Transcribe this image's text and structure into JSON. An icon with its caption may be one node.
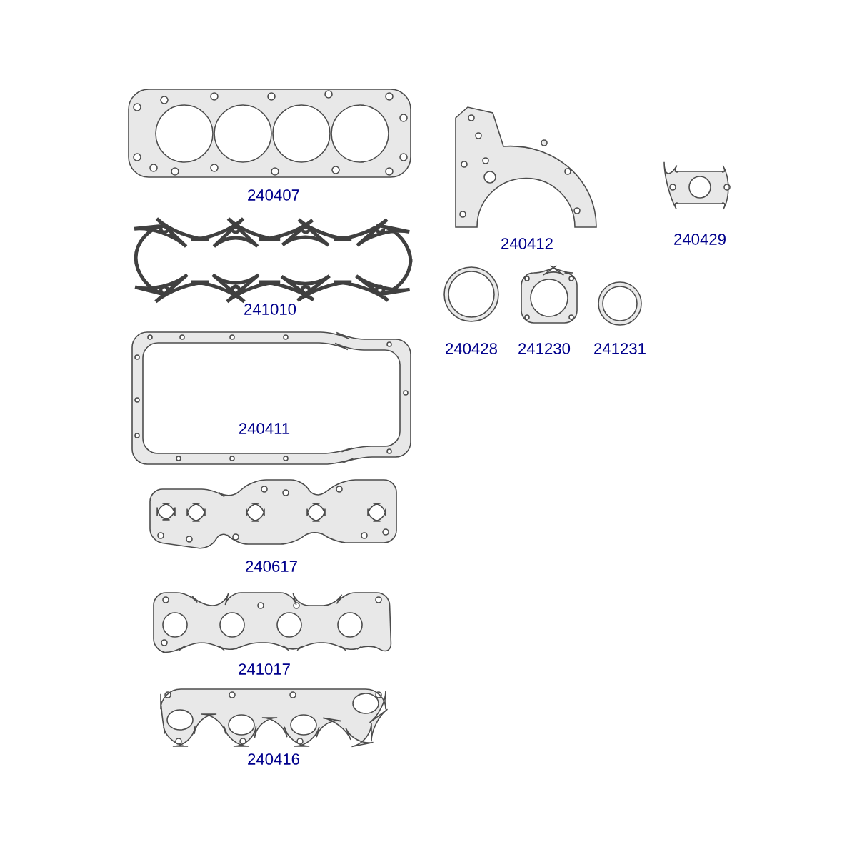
{
  "diagram": {
    "labels": [
      "240407",
      "240429",
      "240412",
      "241010",
      "240428",
      "241230",
      "241231",
      "240411",
      "240617",
      "241017",
      "240416"
    ]
  }
}
